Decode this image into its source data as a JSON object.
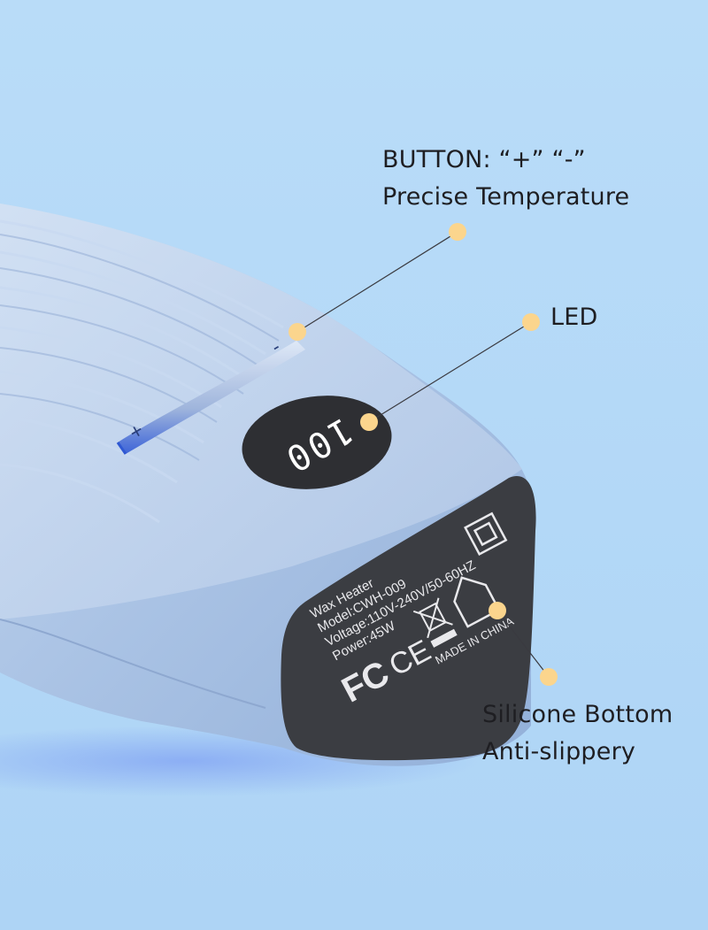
{
  "callouts": {
    "button": {
      "line1": "BUTTON: “+” “-”",
      "line2": "Precise Temperature"
    },
    "led": {
      "text": "LED"
    },
    "bottom": {
      "line1": "Silicone Bottom",
      "line2": "Anti-slippery"
    }
  },
  "display": {
    "reading": "100"
  },
  "bottom_label": {
    "line1": "Wax Heater",
    "line2": "Model:CWH-009",
    "line3": "Voltage:110V-240V/50-60HZ",
    "line4": "Power:45W",
    "made_in": "MADE IN CHINA",
    "fc_mark": "FC",
    "ce_mark": "CE"
  },
  "button_symbols": {
    "plus": "+",
    "minus": "-"
  },
  "colors": {
    "background": "#b5d9f7",
    "device_body": "#a9c3e3",
    "bottom_pad": "#3b3d42",
    "callout_dot": "#fbd58d",
    "text": "#1e1e22",
    "display_digits": "#ffffff"
  }
}
